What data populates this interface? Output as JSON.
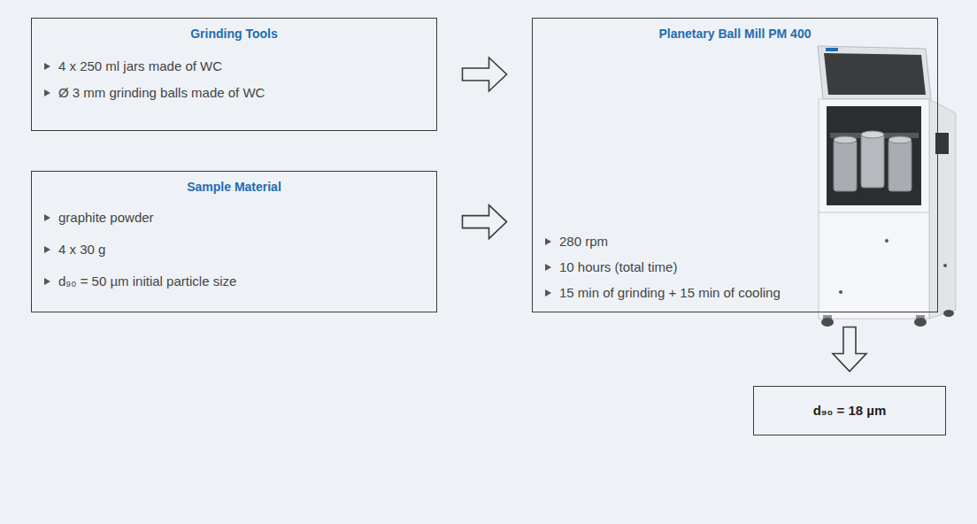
{
  "diagram": {
    "nodes": [
      {
        "text": [
          "Grinding Tools",
          "4 x 250 ml jars made of WC",
          "Ø 3 mm grinding balls made of WC"
        ]
      },
      {
        "text": [
          "Sample Material",
          "graphite powder",
          "4 x 30 g",
          "d₉₀ = 50 µm initial particle size"
        ]
      },
      {
        "text": [
          "Planetary Ball Mill PM 400",
          "280 rpm",
          "10 hours (total time)",
          "15 min of grinding + 15 min of cooling"
        ]
      },
      {
        "text": [
          "d₉₀ = 18 µm"
        ]
      }
    ],
    "edges": [
      {
        "from": 0,
        "to": 2,
        "arrow": "to"
      },
      {
        "from": 1,
        "to": 2,
        "arrow": "to"
      },
      {
        "from": 2,
        "to": 3,
        "arrow": "to"
      }
    ]
  }
}
